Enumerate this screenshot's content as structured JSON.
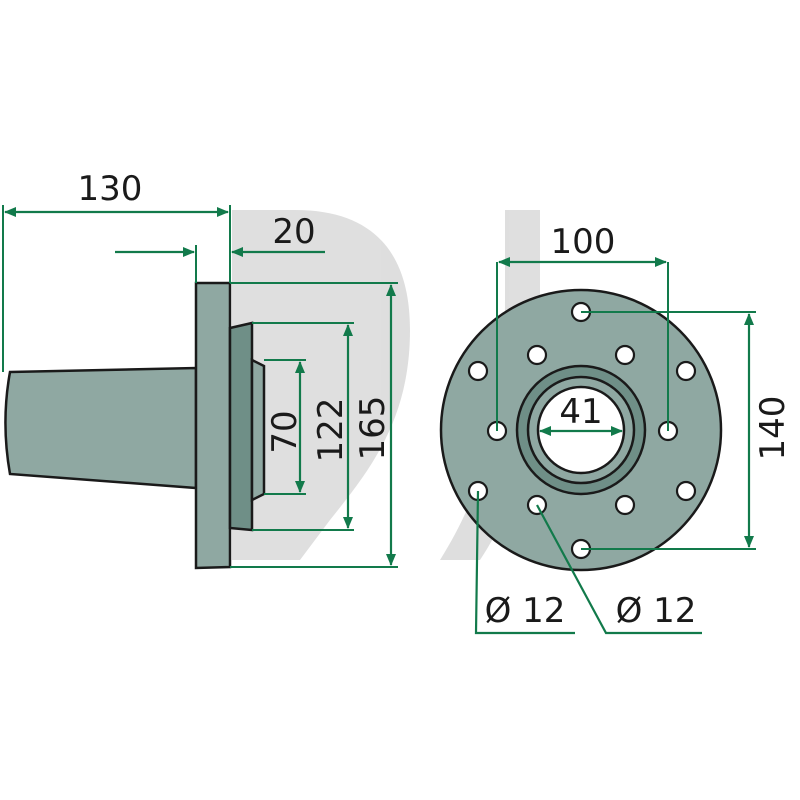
{
  "drawing": {
    "colors": {
      "part_fill": "#8fa8a2",
      "part_fill_dark": "#6f8f87",
      "dimension_line": "#127a4b",
      "outline": "#1a1a1a",
      "watermark": "#d9d9d9"
    },
    "side_view": {
      "dim_total_length": "130",
      "dim_flange_thickness": "20",
      "dim_inner_diameter": "70",
      "dim_recess_diameter": "122",
      "dim_flange_diameter": "165"
    },
    "front_view": {
      "dim_bolt_spacing_horizontal": "100",
      "dim_bolt_spacing_vertical": "140",
      "dim_bore_diameter": "41",
      "dim_hole_outer": "Ø 12",
      "dim_hole_inner": "Ø 12"
    }
  }
}
